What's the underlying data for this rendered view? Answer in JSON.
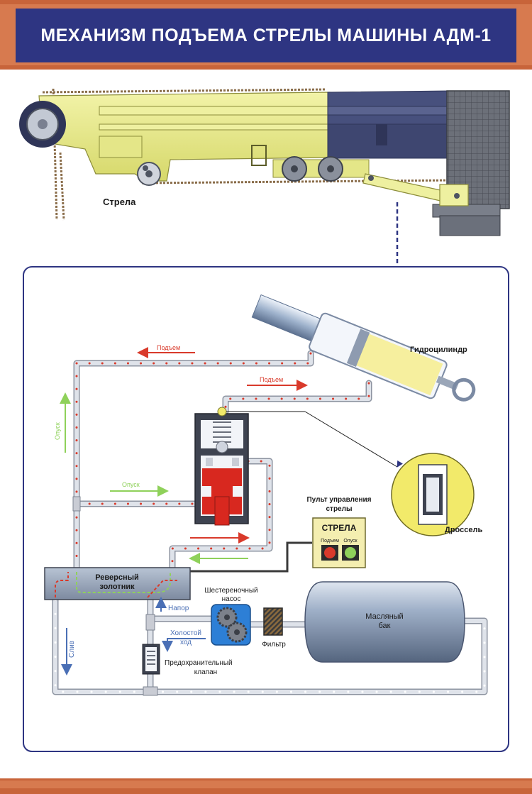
{
  "title": "МЕХАНИЗМ ПОДЪЕМА СТРЕЛЫ МАШИНЫ АДМ-1",
  "labels": {
    "boom": "Стрела",
    "hydrocylinder": "Гидроцилиндр",
    "lift_top": "Подъем",
    "lift_mid": "Подъем",
    "lower_left": "Опуск",
    "lower_mid": "Опуск",
    "throttle": "Дроссель",
    "control_panel_line1": "Пульт управления",
    "control_panel_line2": "стрелы",
    "panel_title": "СТРЕЛА",
    "btn_lift": "Подъем",
    "btn_lower": "Опуск",
    "reverse_valve_line1": "Реверсный",
    "reverse_valve_line2": "золотник",
    "gear_pump_line1": "Шестереночный",
    "gear_pump_line2": "насос",
    "pressure": "Напор",
    "idle_line1": "Холостой",
    "idle_line2": "ход",
    "drain": "Слив",
    "filter": "Фильтр",
    "oil_tank_line1": "Масляный",
    "oil_tank_line2": "бак",
    "safety_valve_line1": "Предохранительный",
    "safety_valve_line2": "клапан"
  },
  "colors": {
    "title_bg": "#2e3582",
    "frame": "#c8643a",
    "boom_yellow": "#e9ea8a",
    "pipe": "#c9ccd4",
    "flow_red": "#d93a2b",
    "flow_green": "#8fd15a",
    "flow_blue": "#4a6fb5",
    "piston_red": "#d8281f"
  }
}
